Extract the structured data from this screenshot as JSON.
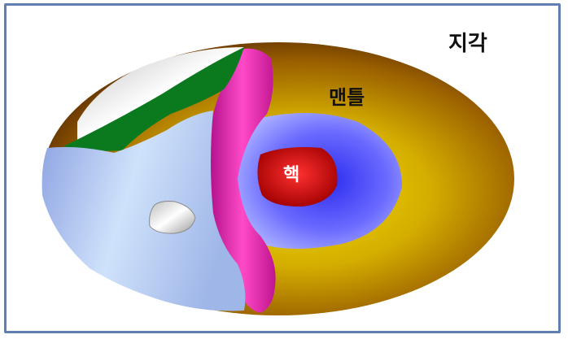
{
  "labels": {
    "crust": "지각",
    "mantle": "맨틀",
    "core": "핵"
  },
  "colors": {
    "frame": "#5f7fb3",
    "mantle_outer": "#6b3a00",
    "mantle_inner": "#e6c800",
    "core_zone": "#3f3fff",
    "inner_core": "#d40000",
    "magenta_band": "#e21ca8",
    "crust_white": "#e8e8e8",
    "crust_green": "#0b7a1e",
    "crust_blue": "#b8d2f2"
  }
}
